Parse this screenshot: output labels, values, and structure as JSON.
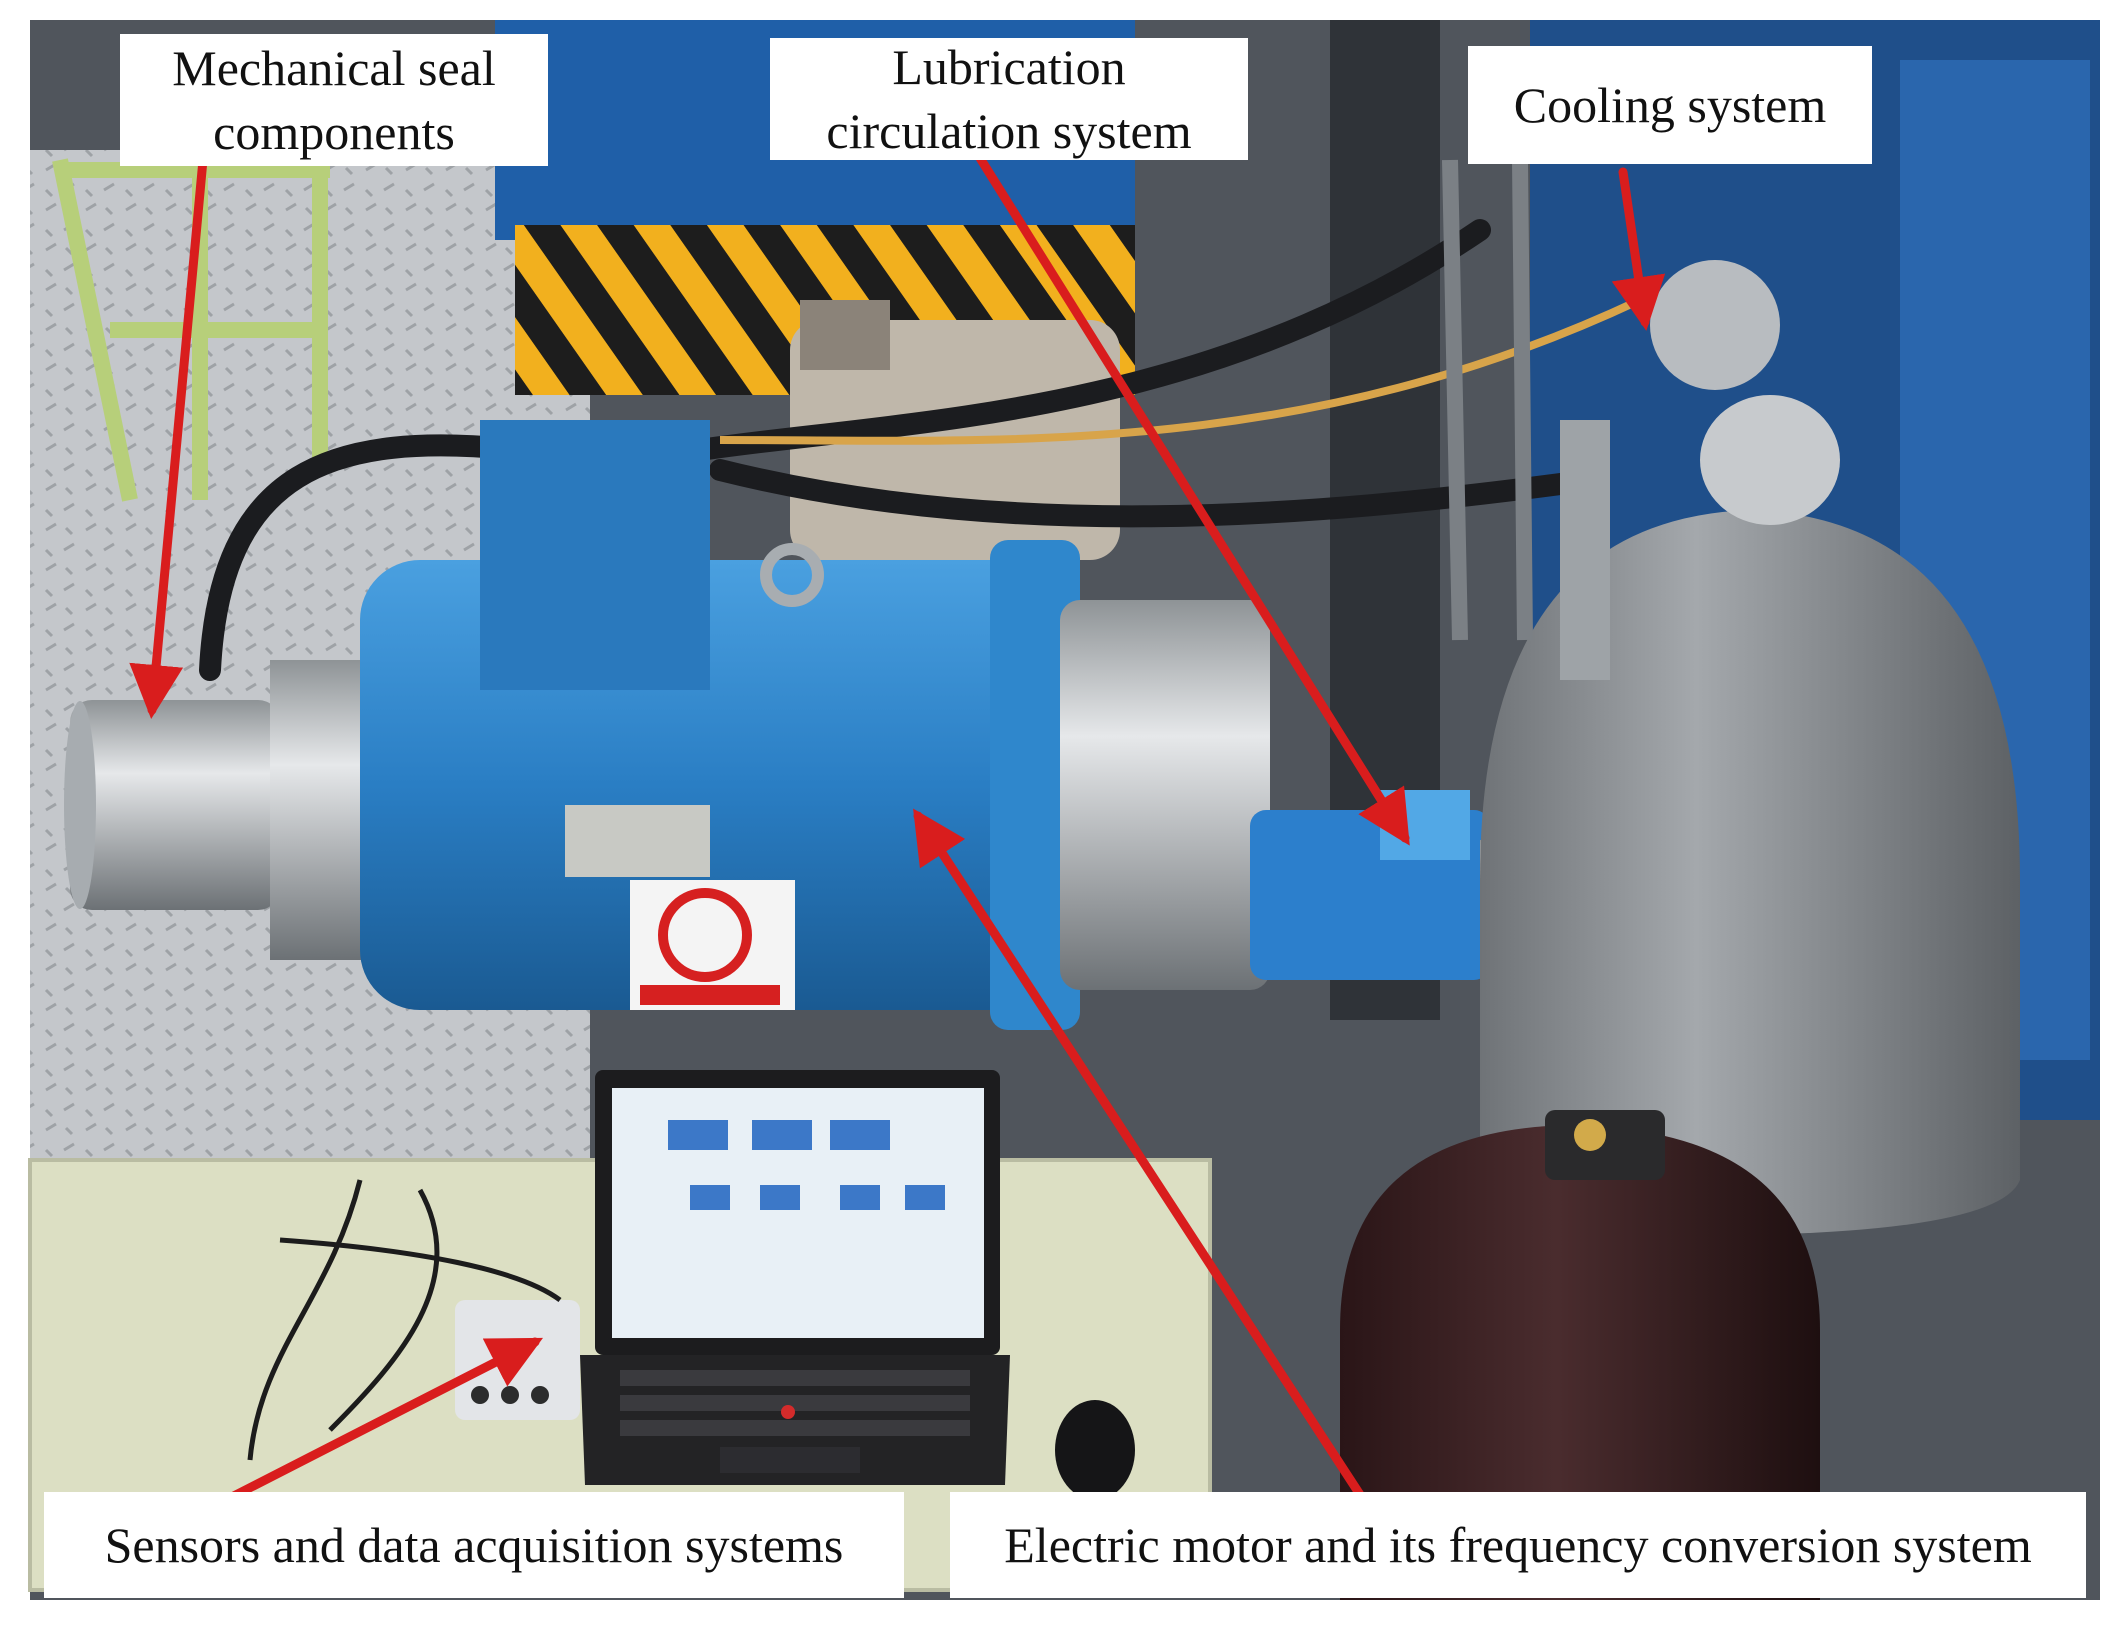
{
  "labels": {
    "seal": {
      "line1": "Mechanical seal",
      "line2": "components"
    },
    "lube": {
      "line1": "Lubrication",
      "line2": "circulation system"
    },
    "cooling": "Cooling system",
    "sensors": "Sensors and data acquisition systems",
    "motor": "Electric motor and its frequency conversion system"
  },
  "colors": {
    "arrow": "#d91d1d",
    "machine_blue": "#2a7ec4",
    "floor": "#c9ccd0",
    "table": "#dde0c2",
    "cylinder_gray": "#8c9094",
    "cylinder_dark": "#3a2224"
  }
}
